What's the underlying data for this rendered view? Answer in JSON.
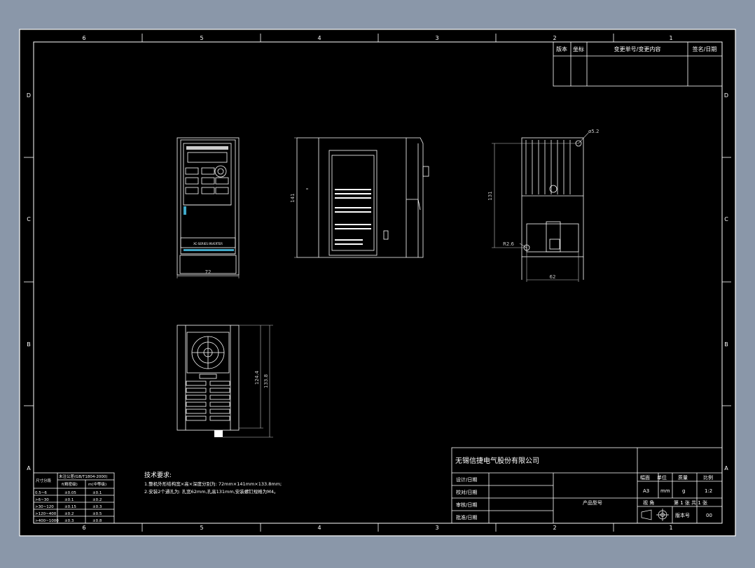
{
  "colors": {
    "background": "#8a97a9",
    "paper": "#000000",
    "line": "#ffffff",
    "dim": "#c8c8c8",
    "accent": "#3fa9c9"
  },
  "frame": {
    "columns": [
      "6",
      "5",
      "4",
      "3",
      "2",
      "1"
    ],
    "rows": [
      "D",
      "C",
      "B",
      "A"
    ]
  },
  "revision": {
    "headers": [
      "版本",
      "坐标",
      "变更单号/变更内容",
      "签名/日期"
    ]
  },
  "dims": {
    "front_width": "72",
    "side_height": "141",
    "rear_height": "131",
    "rear_hole_dia": "ø5.2",
    "rear_hole_r": "R2.6",
    "rear_width": "62",
    "bottom_h1": "124.4",
    "bottom_h2": "133.8"
  },
  "notes": {
    "title": "技术要求:",
    "line1": "1.整机外形结构宽×高×深度分别为: 72mm×141mm×133.8mm;",
    "line2": "2.安装2个通孔为: 孔宽62mm,孔高131mm,安装螺钉规格为M4。"
  },
  "tolerance": {
    "header_left": "尺寸分段",
    "header_right": "未注公差(GB/T1804-2000)",
    "sub_f": "f(精密级)",
    "sub_m": "m(中等级)",
    "rows": [
      {
        "range": "0.5~6",
        "f": "±0.05",
        "m": "±0.1"
      },
      {
        "range": ">6~30",
        "f": "±0.1",
        "m": "±0.2"
      },
      {
        "range": ">30~120",
        "f": "±0.15",
        "m": "±0.3"
      },
      {
        "range": ">120~400",
        "f": "±0.2",
        "m": "±0.5"
      },
      {
        "range": ">400~1000",
        "f": "±0.3",
        "m": "±0.8"
      }
    ]
  },
  "titleblock": {
    "company": "无锡信捷电气股份有限公司",
    "design": "设计/日期",
    "check": "校对/日期",
    "review": "审核/日期",
    "approve": "批准/日期",
    "product_model": "产品型号",
    "hdr_size": "幅面",
    "hdr_unit": "单位",
    "hdr_mass": "质量",
    "hdr_scale": "比例",
    "val_size": "A3",
    "val_unit": "mm",
    "val_mass": "g",
    "val_scale": "1:2",
    "view": "视 角",
    "sheet": "第 1 张 共 1 张",
    "version_label": "版本号",
    "version_value": "00"
  },
  "front": {
    "label_text": "XC-SERIES INVERTER"
  }
}
